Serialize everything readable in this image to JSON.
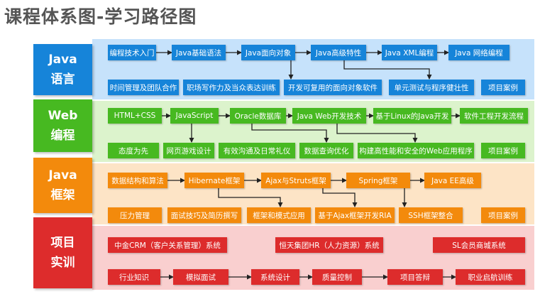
{
  "title": "课程体系图-学习路径图",
  "colors": {
    "java": "#1684d9",
    "java_band": "#c6e2fb",
    "web": "#47b921",
    "web_band": "#dcf3cc",
    "framework": "#f38a0c",
    "framework_band": "#fde4c6",
    "project": "#dd2c2c",
    "project_band": "#f9cfcf",
    "line": "#222222"
  },
  "categories": {
    "java": {
      "line1": "Java",
      "line2": "语言"
    },
    "web": {
      "line1": "Web",
      "line2": "编程"
    },
    "framework": {
      "line1": "Java",
      "line2": "框架"
    },
    "project": {
      "line1": "项目",
      "line2": "实训"
    }
  },
  "java": {
    "row1": [
      "编程技术入门",
      "Java基础语法",
      "Java面向对象",
      "Java高级特性",
      "Java XML编程",
      "Java 网络编程"
    ],
    "row2": [
      "时间管理及团队合作",
      "职场写作力及当众表达训练",
      "开发可复用的面向对象软件",
      "单元测试与程序健壮性",
      "项目案例"
    ]
  },
  "web": {
    "row1": [
      "HTML+CSS",
      "JavaScript",
      "Oracle数据库",
      "Java Web开发技术",
      "基于Linux的Java开发",
      "软件工程开发流程"
    ],
    "row2": [
      "态度为先",
      "网页游戏设计",
      "有效沟通及日常礼仪",
      "数据查询优化",
      "构建高性能和安全的Web应用程序",
      "项目案例"
    ]
  },
  "framework": {
    "row1": [
      "数据结构和算法",
      "Hibernate框架",
      "Ajax与Struts框架",
      "Spring框架",
      "Java EE高级"
    ],
    "row2": [
      "压力管理",
      "面试技巧及简历撰写",
      "框架和模式应用",
      "基于Ajax框架开发RIA",
      "SSH框架整合",
      "项目案例"
    ]
  },
  "project": {
    "row1": [
      "中金CRM（客户关系管理）系统",
      "恒天集团HR（人力资源）系统",
      "SL会员商城系统"
    ],
    "row2": [
      "行业知识",
      "模拟面试",
      "系统设计",
      "质量控制",
      "项目答辩",
      "职业启航训练"
    ]
  }
}
